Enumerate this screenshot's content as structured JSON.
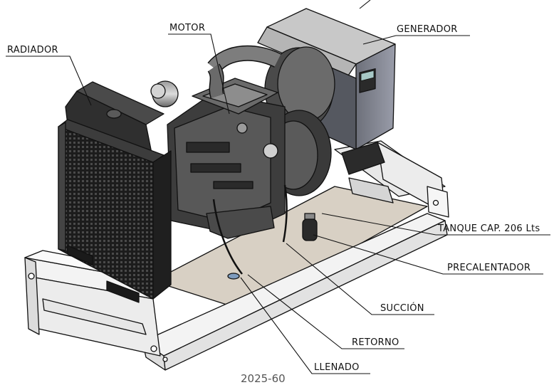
{
  "labels": {
    "radiador": "RADIADOR",
    "motor": "MOTOR",
    "generador": "GENERADOR",
    "tanque": "TANQUE CAP. 206 Lts",
    "precalentador": "PRECALENTADOR",
    "succion": "SUCCIÓN",
    "retorno": "RETORNO",
    "llenado": "LLENADO"
  },
  "footer_partial_text": "2025-60",
  "colors": {
    "line": "#111111",
    "frame_fill": "#f4f4f4",
    "frame_shade": "#d2d2d2",
    "tank_fill": "#d8d0c4",
    "generator_side": "#8a8d99",
    "generator_top": "#c8c8c8",
    "engine_dark": "#3a3a3a",
    "radiator_grid": "#1c1c1c"
  }
}
